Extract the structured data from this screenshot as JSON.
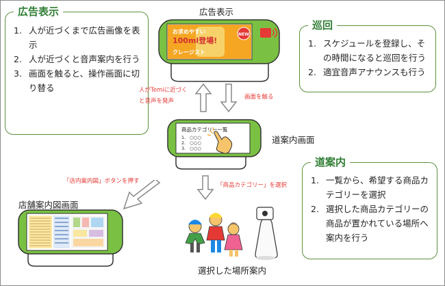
{
  "boxes": {
    "ad": {
      "title": "広告表示",
      "items": [
        {
          "num": "1.",
          "text": "人が近づくまで広告画像を表示"
        },
        {
          "num": "2.",
          "text": "人が近づくと音声案内を行う"
        },
        {
          "num": "3.",
          "text": "画面を触ると、操作画面に切り替る"
        }
      ]
    },
    "patrol": {
      "title": "巡回",
      "items": [
        {
          "num": "1.",
          "text": "スケジュールを登録し、その時間になると巡回を行う"
        },
        {
          "num": "2.",
          "text": "適宜音声アナウンスも行う"
        }
      ]
    },
    "guide": {
      "title": "道案内",
      "items": [
        {
          "num": "1.",
          "text": "一覧から、希望する商品カテゴリーを選択"
        },
        {
          "num": "2.",
          "text": "選択した商品カテゴリーの商品が置かれている場所へ案内を行う"
        }
      ]
    }
  },
  "labels": {
    "ad_screen": "広告表示",
    "guide_screen": "道案内画面",
    "map_screen": "店舗案内図画面",
    "selected_place": "選択した場所案内"
  },
  "notes": {
    "approach_line1": "人がTemiに近づく",
    "approach_line2": "と音声を発声",
    "touch": "画面を触る",
    "map_button": "「店内案内図」ボタンを押す",
    "category_select": "「商品カテゴリー」を選択"
  },
  "ad_image": {
    "line1": "お求めやすい",
    "line2": "100ml登場!",
    "line3": "クレージスト",
    "badge": "NEW"
  },
  "category_screen": {
    "title": "商品カテゴリー一覧",
    "rows": [
      "1.",
      "2.",
      "3."
    ],
    "row_marks": "○○○"
  },
  "colors": {
    "green": "#5b8f3a",
    "title_green": "#2e7d32",
    "note_red": "#e53935",
    "screen_green": "#7ac143"
  }
}
